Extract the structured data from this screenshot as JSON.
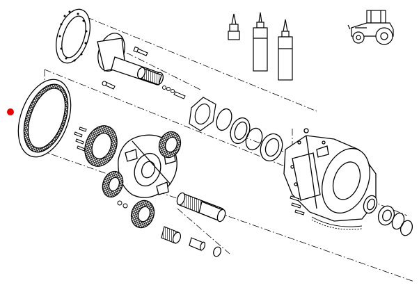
{
  "diagram": {
    "kind": "exploded-parts-drawing",
    "subject": "tractor-final-drive-planetary-assembly",
    "colors": {
      "ink": "#000000",
      "paper": "#ffffff",
      "marker": "#e60000"
    },
    "marker": {
      "icon": "red-dot-marker",
      "points_to": "ring-gear"
    },
    "icons": [
      "tractor-icon",
      "sealant-tube-icon",
      "sealant-tube-icon",
      "sealant-tube-icon"
    ],
    "parts": [
      "axle-flange",
      "axle-shaft",
      "ring-gear",
      "carrier-plate",
      "planet-carrier",
      "planet-gear",
      "sun-gear-shaft",
      "retaining-ring",
      "oil-seal",
      "bearing",
      "final-drive-housing",
      "gasket",
      "bolt",
      "pin",
      "shim"
    ]
  }
}
